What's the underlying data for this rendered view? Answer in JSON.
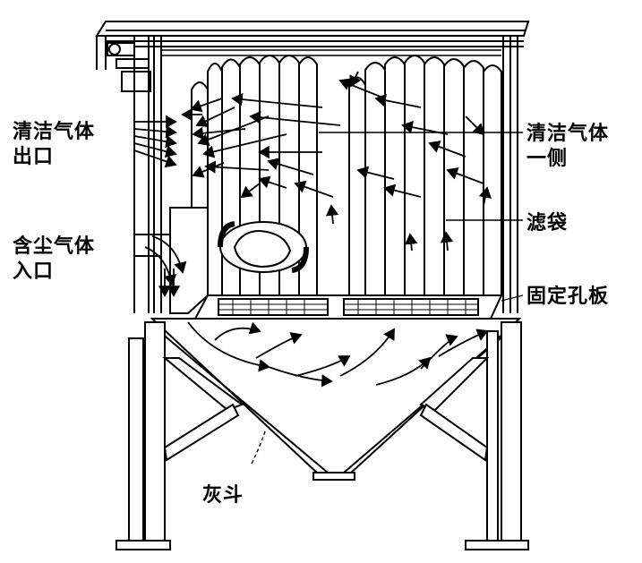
{
  "labels": {
    "clean_gas_outlet": {
      "line1": "清洁气体",
      "line2": "出口"
    },
    "clean_gas_side": {
      "line1": "清洁气体",
      "line2": "一侧"
    },
    "filter_bag": "滤袋",
    "dusty_gas_inlet": {
      "line1": "含尘气体",
      "line2": "入口"
    },
    "tube_sheet": "固定孔板",
    "ash_hopper": "灰斗"
  },
  "colors": {
    "ink": "#000000",
    "paper": "#ffffff"
  }
}
